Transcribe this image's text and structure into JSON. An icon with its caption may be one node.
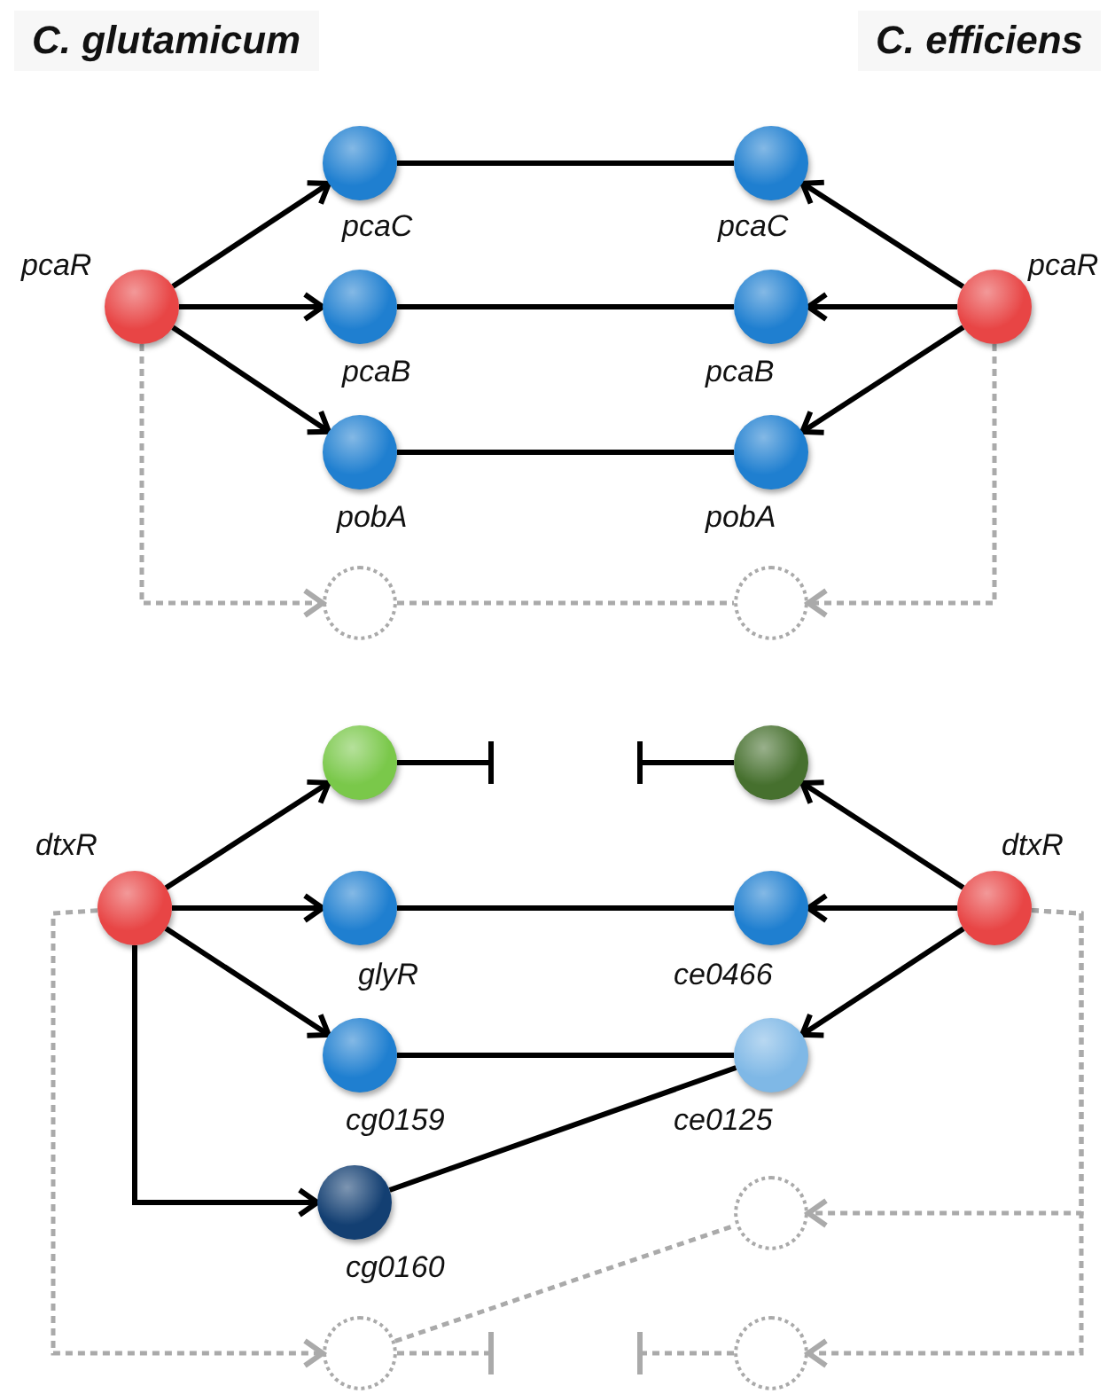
{
  "diagram": {
    "nodes": [
      {
        "text": [],
        "shape": "circle",
        "beside": [
          "pcaC"
        ]
      },
      {
        "text": [],
        "shape": "circle",
        "beside": [
          "pcaC"
        ]
      },
      {
        "text": [],
        "shape": "circle",
        "beside": [
          "pcaR"
        ]
      },
      {
        "text": [],
        "shape": "circle",
        "beside": [
          "pcaB"
        ]
      },
      {
        "text": [],
        "shape": "circle",
        "beside": [
          "pcaB"
        ]
      },
      {
        "text": [],
        "shape": "circle",
        "beside": [
          "pcaR"
        ]
      },
      {
        "text": [],
        "shape": "circle",
        "beside": [
          "pobA"
        ]
      },
      {
        "text": [],
        "shape": "circle",
        "beside": [
          "pobA"
        ]
      },
      {
        "text": [],
        "shape": "circle"
      },
      {
        "text": [],
        "shape": "circle"
      },
      {
        "text": [],
        "shape": "circle"
      },
      {
        "text": [],
        "shape": "circle"
      },
      {
        "text": [],
        "shape": "circle",
        "beside": [
          "dtxR"
        ]
      },
      {
        "text": [],
        "shape": "circle",
        "beside": [
          "glyR"
        ]
      },
      {
        "text": [],
        "shape": "circle",
        "beside": [
          "ce0466"
        ]
      },
      {
        "text": [],
        "shape": "circle",
        "beside": [
          "dtxR"
        ]
      },
      {
        "text": [],
        "shape": "circle",
        "beside": [
          "cg0159"
        ]
      },
      {
        "text": [],
        "shape": "circle",
        "beside": [
          "ce0125"
        ]
      },
      {
        "text": [],
        "shape": "circle",
        "beside": [
          "cg0160"
        ]
      },
      {
        "text": [],
        "shape": "circle"
      },
      {
        "text": [],
        "shape": "circle"
      },
      {
        "text": [],
        "shape": "circle"
      }
    ],
    "edges": [
      {
        "from": 2,
        "to": 0,
        "arrow": "to"
      },
      {
        "from": 2,
        "to": 3,
        "arrow": "to"
      },
      {
        "from": 2,
        "to": 6,
        "arrow": "to"
      },
      {
        "from": 0,
        "to": 1,
        "arrow": "none"
      },
      {
        "from": 3,
        "to": 4,
        "arrow": "none"
      },
      {
        "from": 6,
        "to": 7,
        "arrow": "none"
      },
      {
        "from": 5,
        "to": 1,
        "arrow": "to"
      },
      {
        "from": 5,
        "to": 4,
        "arrow": "to"
      },
      {
        "from": 5,
        "to": 7,
        "arrow": "to"
      },
      {
        "from": 2,
        "to": 8,
        "arrow": "to",
        "style": "dashed",
        "color": "#aaaaaa"
      },
      {
        "from": 8,
        "to": 9,
        "arrow": "none",
        "style": "dashed",
        "color": "#aaaaaa"
      },
      {
        "from": 5,
        "to": 9,
        "arrow": "to",
        "style": "dashed",
        "color": "#aaaaaa"
      },
      {
        "from": 12,
        "to": 10,
        "arrow": "to"
      },
      {
        "from": 12,
        "to": 13,
        "arrow": "to"
      },
      {
        "from": 12,
        "to": 16,
        "arrow": "to"
      },
      {
        "from": 12,
        "to": 18,
        "arrow": "to"
      },
      {
        "from": 10,
        "to": null,
        "arrow": "other"
      },
      {
        "from": 11,
        "to": null,
        "arrow": "other"
      },
      {
        "from": 13,
        "to": 14,
        "arrow": "none"
      },
      {
        "from": 16,
        "to": 17,
        "arrow": "none"
      },
      {
        "from": 18,
        "to": 17,
        "arrow": "none"
      },
      {
        "from": 15,
        "to": 11,
        "arrow": "to"
      },
      {
        "from": 15,
        "to": 14,
        "arrow": "to"
      },
      {
        "from": 15,
        "to": 17,
        "arrow": "to"
      },
      {
        "from": 12,
        "to": 20,
        "arrow": "to",
        "style": "dashed",
        "color": "#aaaaaa"
      },
      {
        "from": 20,
        "to": null,
        "arrow": "other",
        "style": "dashed",
        "color": "#aaaaaa"
      },
      {
        "from": 20,
        "to": 19,
        "arrow": "none",
        "style": "dashed",
        "color": "#aaaaaa"
      },
      {
        "from": 15,
        "to": 19,
        "arrow": "to",
        "style": "dashed",
        "color": "#aaaaaa"
      },
      {
        "from": 15,
        "to": 21,
        "arrow": "to",
        "style": "dashed",
        "color": "#aaaaaa"
      },
      {
        "from": 21,
        "to": null,
        "arrow": "other",
        "style": "dashed",
        "color": "#aaaaaa"
      }
    ],
    "labels": [
      "C. glutamicum",
      "C. efficiens"
    ]
  }
}
